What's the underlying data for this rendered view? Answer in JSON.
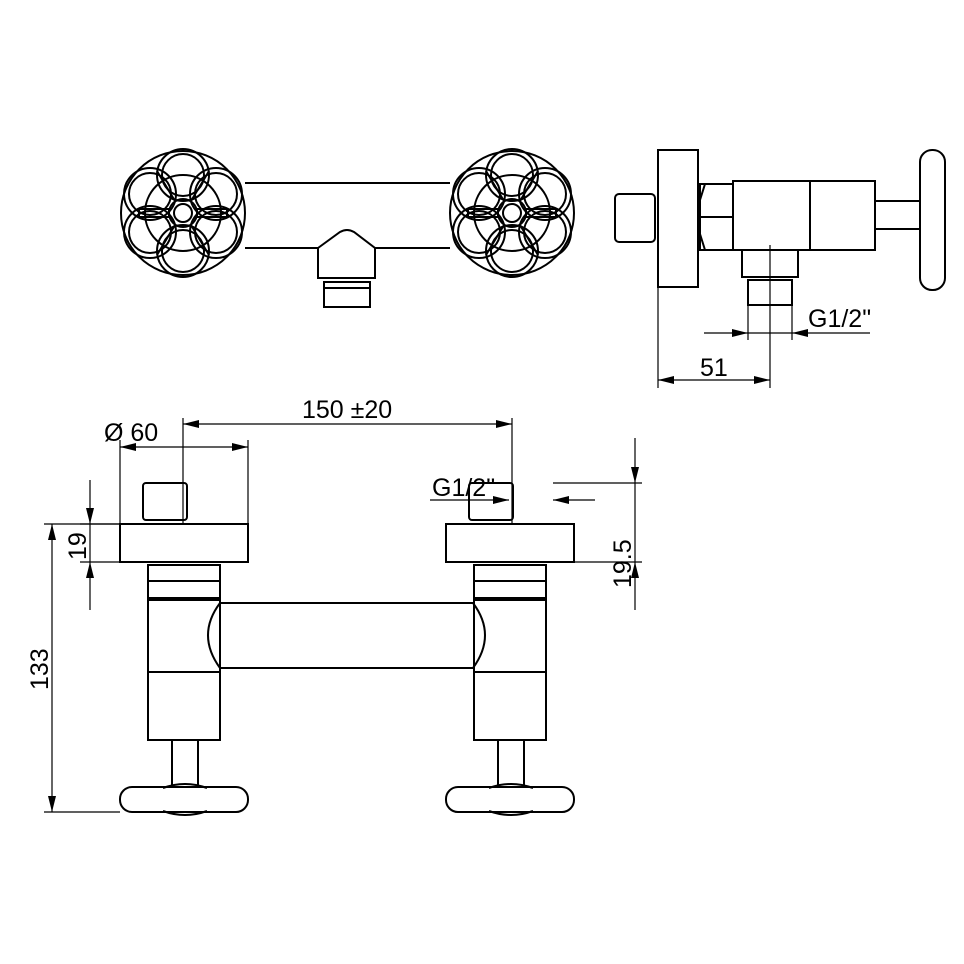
{
  "dimensions": {
    "diameter": "Ø 60",
    "center_distance": "150 ±20",
    "thread_front": "G1/2\"",
    "thread_side": "G1/2\"",
    "wall_depth": "51",
    "plate_height": "19",
    "plate_offset": "19.5",
    "total_height": "133"
  },
  "colors": {
    "line": "#000000",
    "background": "#ffffff"
  }
}
